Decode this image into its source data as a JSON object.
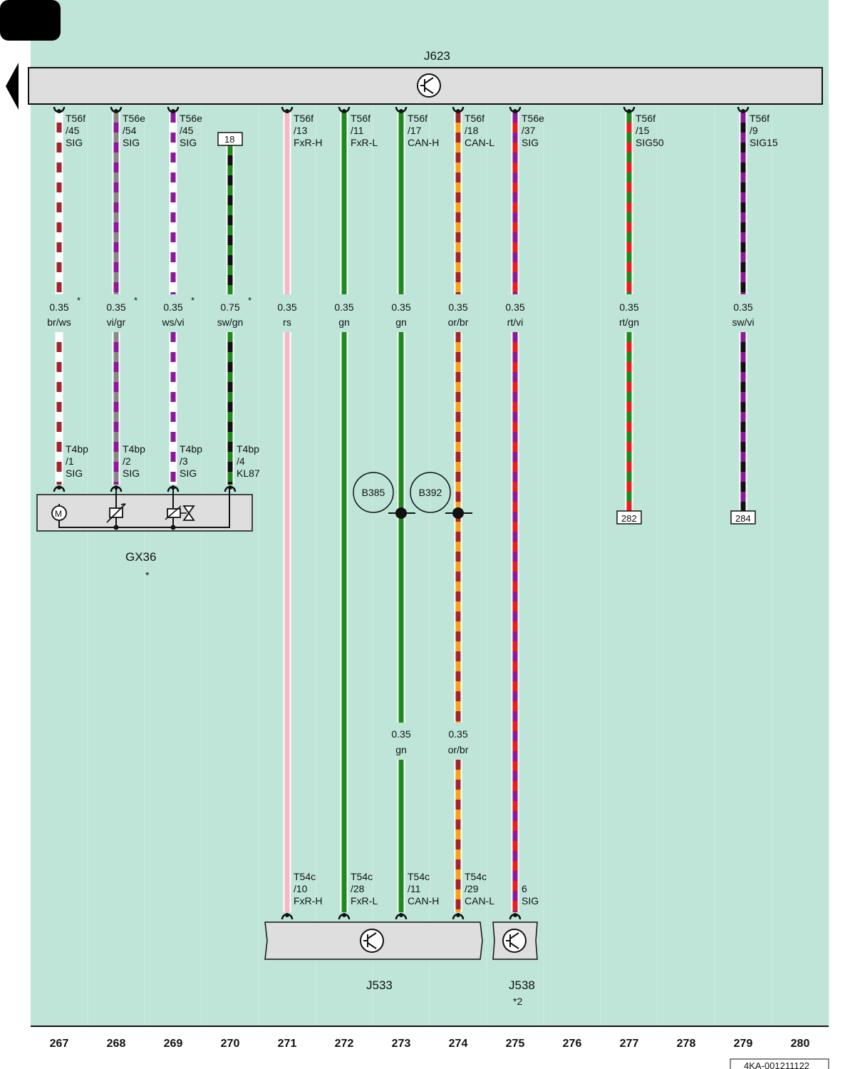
{
  "labels": {
    "ecu_top": "J623",
    "gateway": "J533",
    "gateway2": "J538",
    "gateway2_note": "*2",
    "gx": "GX36",
    "gx_star": "*",
    "doc_id": "4KA-001211122"
  },
  "columns": [
    "267",
    "268",
    "269",
    "270",
    "271",
    "272",
    "273",
    "274",
    "275",
    "276",
    "277",
    "278",
    "279",
    "280"
  ],
  "wires": [
    {
      "col": 267,
      "size": "0.35",
      "color_code": "br/ws",
      "star": "*",
      "top_pin": [
        "T56f",
        "/45",
        "SIG"
      ],
      "bottom_pin": [
        "T4bp",
        "/1",
        "SIG"
      ],
      "c1": "#a0262c",
      "c2": "#ffffff"
    },
    {
      "col": 268,
      "size": "0.35",
      "color_code": "vi/gr",
      "star": "*",
      "top_pin": [
        "T56e",
        "/54",
        "SIG"
      ],
      "bottom_pin": [
        "T4bp",
        "/2",
        "SIG"
      ],
      "c1": "#8a1a9a",
      "c2": "#888888"
    },
    {
      "col": 269,
      "size": "0.35",
      "color_code": "ws/vi",
      "star": "*",
      "top_pin": [
        "T56e",
        "/45",
        "SIG"
      ],
      "bottom_pin": [
        "T4bp",
        "/3",
        "SIG"
      ],
      "c1": "#ffffff",
      "c2": "#8a1a9a"
    },
    {
      "col": 270,
      "size": "0.75",
      "color_code": "sw/gn",
      "star": "*",
      "top_pin": [
        "18"
      ],
      "bottom_pin": [
        "T4bp",
        "/4",
        "KL87"
      ],
      "c1": "#111111",
      "c2": "#1e8a1e"
    },
    {
      "col": 271,
      "size": "0.35",
      "color_code": "rs",
      "star": "",
      "top_pin": [
        "T56f",
        "/13",
        "FxR-H"
      ],
      "bottom_pin": [
        "T54c",
        "/10",
        "FxR-H"
      ],
      "c1": "#f6b8c4",
      "c2": "#f6b8c4"
    },
    {
      "col": 272,
      "size": "0.35",
      "color_code": "gn",
      "star": "",
      "top_pin": [
        "T56f",
        "/11",
        "FxR-L"
      ],
      "bottom_pin": [
        "T54c",
        "/28",
        "FxR-L"
      ],
      "c1": "#1e8a1e",
      "c2": "#1e8a1e"
    },
    {
      "col": 273,
      "size": "0.35",
      "color_code": "gn",
      "star": "",
      "top_pin": [
        "T56f",
        "/17",
        "CAN-H"
      ],
      "bottom_pin": [
        "T54c",
        "/11",
        "CAN-H"
      ],
      "c1": "#1e8a1e",
      "c2": "#1e8a1e"
    },
    {
      "col": 274,
      "size": "0.35",
      "color_code": "or/br",
      "star": "",
      "top_pin": [
        "T56f",
        "/18",
        "CAN-L"
      ],
      "bottom_pin": [
        "T54c",
        "/29",
        "CAN-L"
      ],
      "c1": "#f2a516",
      "c2": "#a0262c"
    },
    {
      "col": 275,
      "size": "0.35",
      "color_code": "rt/vi",
      "star": "",
      "top_pin": [
        "T56e",
        "/37",
        "SIG"
      ],
      "bottom_pin": [
        "6",
        "SIG"
      ],
      "c1": "#ee1c1c",
      "c2": "#8a1a9a"
    },
    {
      "col": 277,
      "size": "0.35",
      "color_code": "rt/gn",
      "star": "",
      "top_pin": [
        "T56f",
        "/15",
        "SIG50"
      ],
      "bottom_ref": "282",
      "c1": "#ee1c1c",
      "c2": "#1e8a1e"
    },
    {
      "col": 279,
      "size": "0.35",
      "color_code": "sw/vi",
      "star": "",
      "top_pin": [
        "T56f",
        "/9",
        "SIG15"
      ],
      "bottom_ref": "284",
      "c1": "#111111",
      "c2": "#8a1a9a"
    }
  ],
  "junctions": [
    {
      "col": 273,
      "label": "B385",
      "side": "left"
    },
    {
      "col": 274,
      "label": "B392",
      "side": "left"
    }
  ],
  "second_labels": [
    {
      "col": 273,
      "size": "0.35",
      "color_code": "gn"
    },
    {
      "col": 274,
      "size": "0.35",
      "color_code": "or/br"
    }
  ]
}
